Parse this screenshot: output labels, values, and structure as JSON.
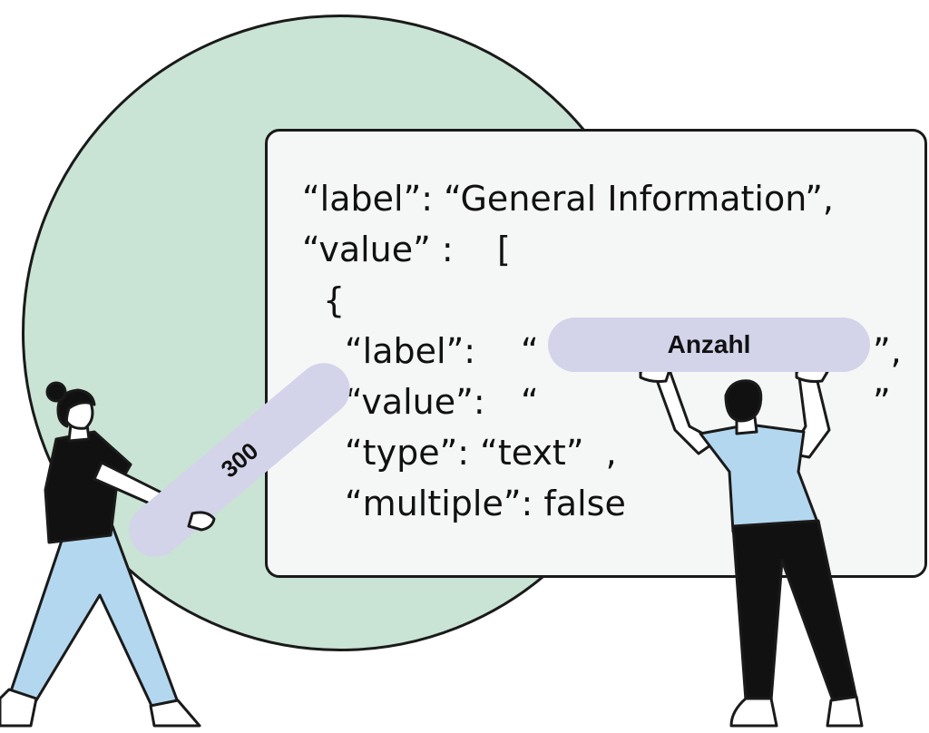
{
  "code": {
    "line1": "“label”: “General Information”,",
    "line2": "“value” :    [",
    "line3": "{",
    "line4_key": "“label”:",
    "line4_open": "“",
    "line4_close": "”,",
    "line5_key": "“value”:",
    "line5_open": "“",
    "line5_close": "”",
    "line6": "“type”: “text”  ,",
    "line7": "“multiple”: false"
  },
  "pills": {
    "label_value": "Anzahl",
    "value_value": "300"
  },
  "colors": {
    "circle": "#c9e3d4",
    "card": "#f5f7f6",
    "pill": "#d3d3ea",
    "shirt_blue": "#b3d7ef",
    "pants_blue": "#b3d7ef",
    "ink": "#1a1a1a"
  }
}
